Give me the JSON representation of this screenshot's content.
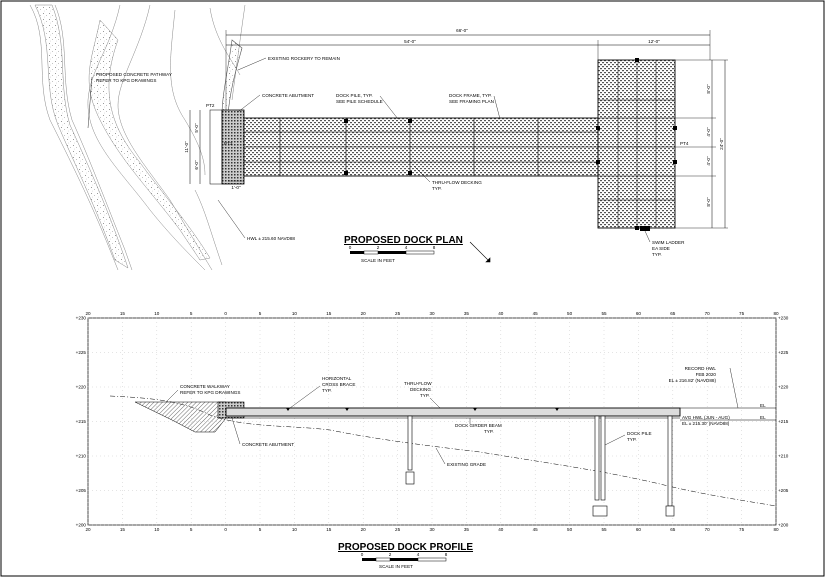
{
  "plan": {
    "title": "PROPOSED DOCK PLAN",
    "scale_label": "SCALE IN FEET",
    "scale_ticks": [
      "0",
      "2",
      "4",
      "8"
    ],
    "dims": {
      "overall": "66'-0\"",
      "walkway_len": "54'-0\"",
      "head_width": "12'-0\"",
      "abut_w1": "5'-0\"",
      "abut_w2": "11'-0\"",
      "abut_w3": "6'-0\"",
      "offset": "1'-0\"",
      "right_top": "8'-0\"",
      "right_m1": "4'-0\"",
      "right_m2": "4'-0\"",
      "right_total": "24'-0\"",
      "right_bot": "8'-0\""
    },
    "callouts": {
      "pathway": [
        "PROPOSED CONCRETE PATHWAY",
        "REFER TO KPG DRAWINGS"
      ],
      "rockery": "EXISTING ROCKERY TO REMAIN",
      "abutment": "CONCRETE ABUTMENT",
      "dock_pile": [
        "DOCK PILE, TYP.",
        "SEE PILE SCHEDULE"
      ],
      "dock_frame": [
        "DOCK FRAME, TYP.",
        "SEE FRAMING PLAN"
      ],
      "decking": [
        "THRU-FLOW DECKING",
        "TYP."
      ],
      "hwl": "HWL ± 215.60 NAVD88",
      "swim": [
        "SWIM LADDER",
        "EA SIDE",
        "TYP."
      ],
      "pt2": "PT2",
      "pt4": "PT4",
      "pt3": "PT3"
    }
  },
  "profile": {
    "title": "PROPOSED DOCK PROFILE",
    "scale_label": "SCALE IN FEET",
    "scale_ticks": [
      "0",
      "2",
      "4",
      "8"
    ],
    "x_ticks": [
      "20",
      "15",
      "10",
      "5",
      "0",
      "5",
      "10",
      "15",
      "20",
      "25",
      "30",
      "35",
      "40",
      "45",
      "50",
      "55",
      "60",
      "65",
      "70",
      "75",
      "80"
    ],
    "y_ticks": [
      "+230",
      "+225",
      "+220",
      "+215",
      "+210",
      "+205",
      "+200"
    ],
    "callouts": {
      "walkway": [
        "CONCRETE WALKWAY",
        "REFER TO KPG DRAWINGS"
      ],
      "cross_brace": [
        "HORIZONTAL",
        "CROSS BRACE",
        "TYP."
      ],
      "decking": [
        "THRU-FLOW",
        "DECKING",
        "TYP."
      ],
      "girder": [
        "DOCK GIRDER BEAM",
        "TYP."
      ],
      "abutment": "CONCRETE ABUTMENT",
      "grade": "EXISTING GRADE",
      "pile": [
        "DOCK PILE",
        "TYP."
      ],
      "record_hwl": [
        "RECORD HWL",
        "FEB 2020",
        "EL ± 216.82' (NAVD88)"
      ],
      "avg_hwl": [
        "AVG HWL (JUN - AUG)",
        "EL ± 215.30' (NAVD88)"
      ],
      "level_a": "EL",
      "level_b": "EL"
    }
  }
}
